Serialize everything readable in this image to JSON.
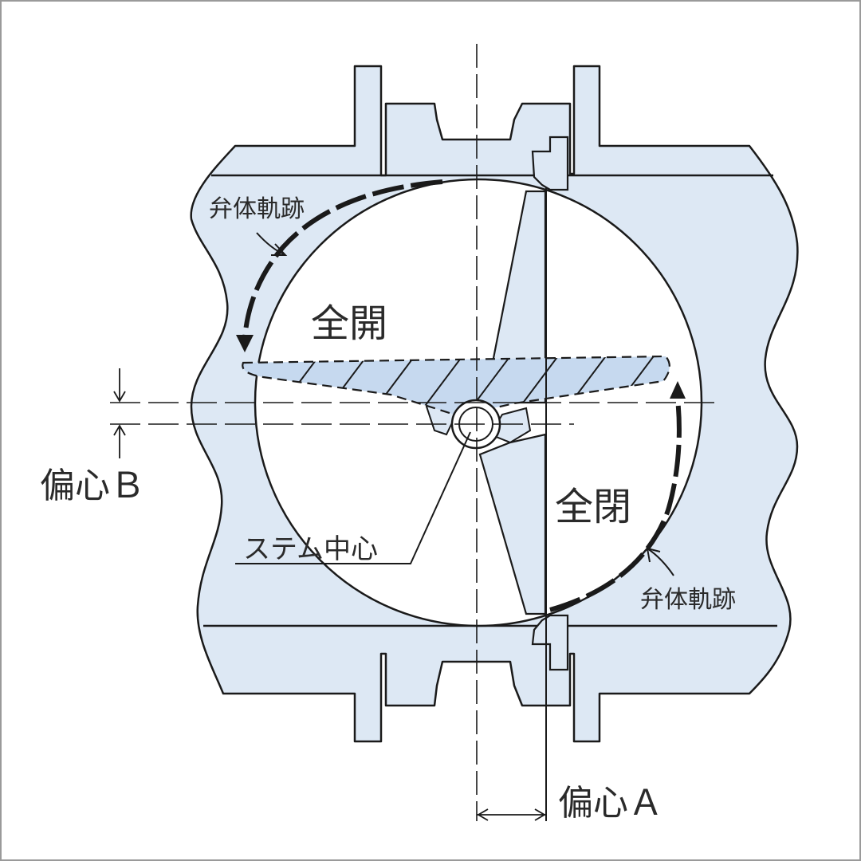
{
  "labels": {
    "trajectory": "弁体軌跡",
    "full_open": "全開",
    "full_closed": "全閉",
    "offset_b": "偏心Ｂ",
    "offset_a": "偏心Ａ",
    "stem_center": "ステム中心"
  },
  "colors": {
    "body_fill": "#dde8f4",
    "disc_fill": "#c6d9ef",
    "line": "#1a1a1a",
    "text": "#2a2a2a"
  }
}
